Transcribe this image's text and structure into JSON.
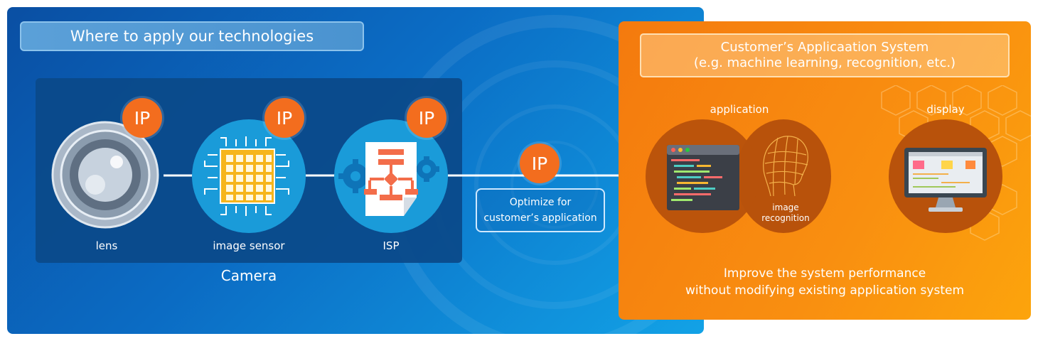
{
  "left_section": {
    "title": "Where to apply our technologies",
    "camera_label": "Camera",
    "components": [
      {
        "label": "lens",
        "badge": "IP"
      },
      {
        "label": "image sensor",
        "badge": "IP"
      },
      {
        "label": "ISP",
        "badge": "IP"
      }
    ],
    "middle_badge": "IP",
    "optimize_line1": "Optimize for",
    "optimize_line2": "customer’s application"
  },
  "right_section": {
    "title_line1": "Customer’s Applicaation System",
    "title_line2": "(e.g. machine learning, recognition, etc.)",
    "application_label": "application",
    "image_recognition_line1": "image",
    "image_recognition_line2": "recognition",
    "display_label": "display",
    "footer_line1": "Improve the system performance",
    "footer_line2": "without modifying existing application system"
  },
  "colors": {
    "blue_panel": "#0b6cc4",
    "orange_panel": "#f98f10",
    "ip_badge": "#f36d1e",
    "component_circle": "#1a9bd9"
  },
  "icons": [
    "lens-icon",
    "chip-icon",
    "flowchart-document-icon",
    "gear-icon",
    "code-window-icon",
    "wireframe-head-icon",
    "monitor-icon",
    "arrow-right-icon"
  ]
}
